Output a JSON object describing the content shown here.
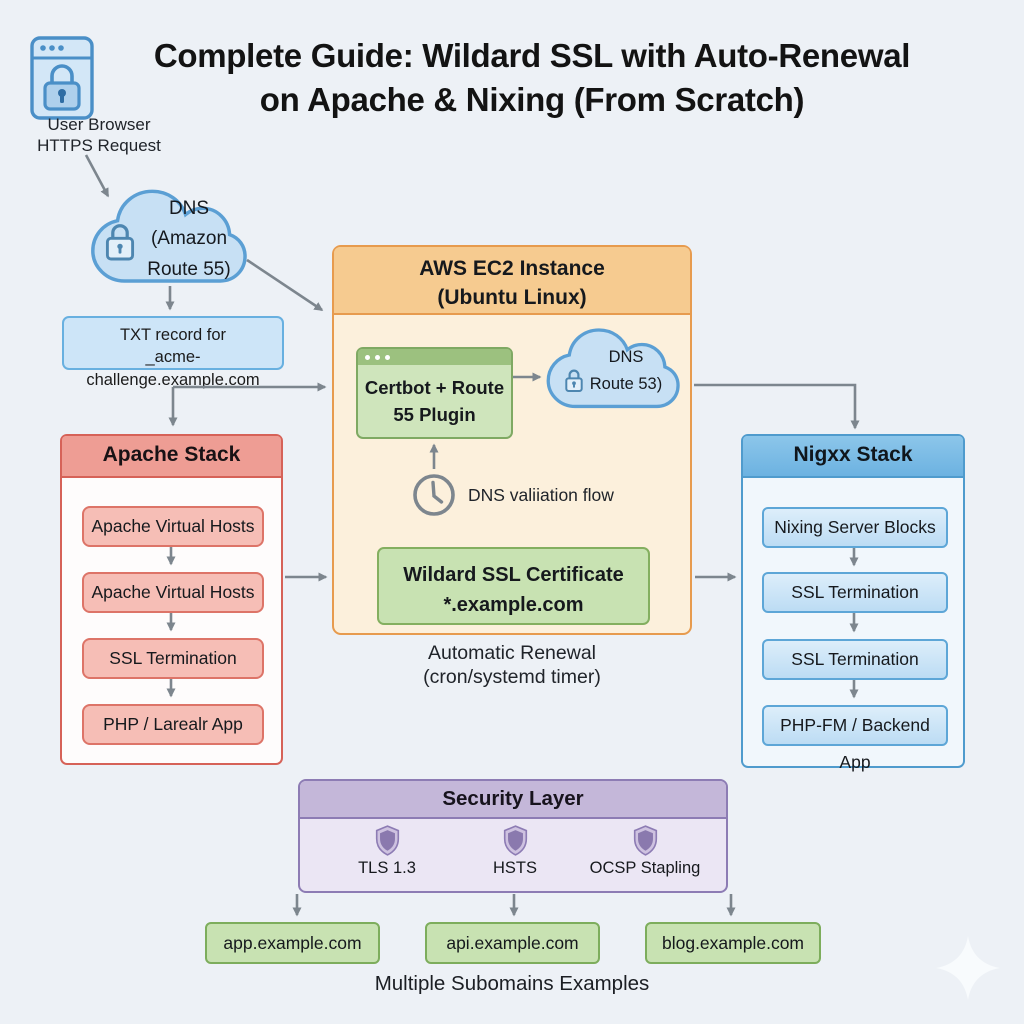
{
  "header": {
    "title_line1": "Complete Guide: Wildard SSL with Auto-Renewal",
    "title_line2": "on Apache & Nixing (From Scratch)",
    "browser_label_line1": "User Browser",
    "browser_label_line2": "HTTPS Request"
  },
  "dns_cloud": {
    "line1": "DNS",
    "line2": "(Amazon",
    "line3": "Route 55)"
  },
  "txt_record": {
    "line1": "TXT record for",
    "line2": "_acme-challenge.example.com"
  },
  "ec2": {
    "title_line1": "AWS EC2 Instance",
    "title_line2": "(Ubuntu Linux)",
    "certbot_line1": "Certbot + Route",
    "certbot_line2": "55 Plugin",
    "route53_line1": "DNS",
    "route53_line2": "Route 53)",
    "validation_label": "DNS valiiation flow",
    "cert_line1": "Wildard SSL Certificate",
    "cert_line2": "*.example.com",
    "renewal_line1": "Automatic Renewal",
    "renewal_line2": "(cron/systemd timer)"
  },
  "apache_stack": {
    "title": "Apache Stack",
    "items": [
      "Apache Virtual Hosts",
      "Apache Virtual Hosts",
      "SSL Termination",
      "PHP / Larealr App"
    ]
  },
  "nginx_stack": {
    "title": "Nigxx Stack",
    "items": [
      "Nixing Server Blocks",
      "SSL Termination",
      "SSL Termination",
      "PHP-FM / Backend App"
    ]
  },
  "security_layer": {
    "title": "Security Layer",
    "features": [
      "TLS 1.3",
      "HSTS",
      "OCSP Stapling"
    ]
  },
  "subdomains": {
    "items": [
      "app.example.com",
      "api.example.com",
      "blog.example.com"
    ],
    "caption": "Multiple Subomains Examples"
  },
  "colors": {
    "background": "#edf1f6",
    "arrow": "#7d868e",
    "blue_border": "#5b9fd4",
    "blue_fill": "#c7e0f4",
    "orange_border": "#e79b4e",
    "orange_header": "#f6cb90",
    "orange_body": "#fcf0dc",
    "green_border": "#84af60",
    "green_fill": "#c8e2b2",
    "red_border": "#d66258",
    "red_header": "#ee9d94",
    "red_item": "#f6beb6",
    "purple_border": "#8d7cb4",
    "purple_header": "#c4b7d9",
    "purple_body": "#ebe6f4"
  }
}
